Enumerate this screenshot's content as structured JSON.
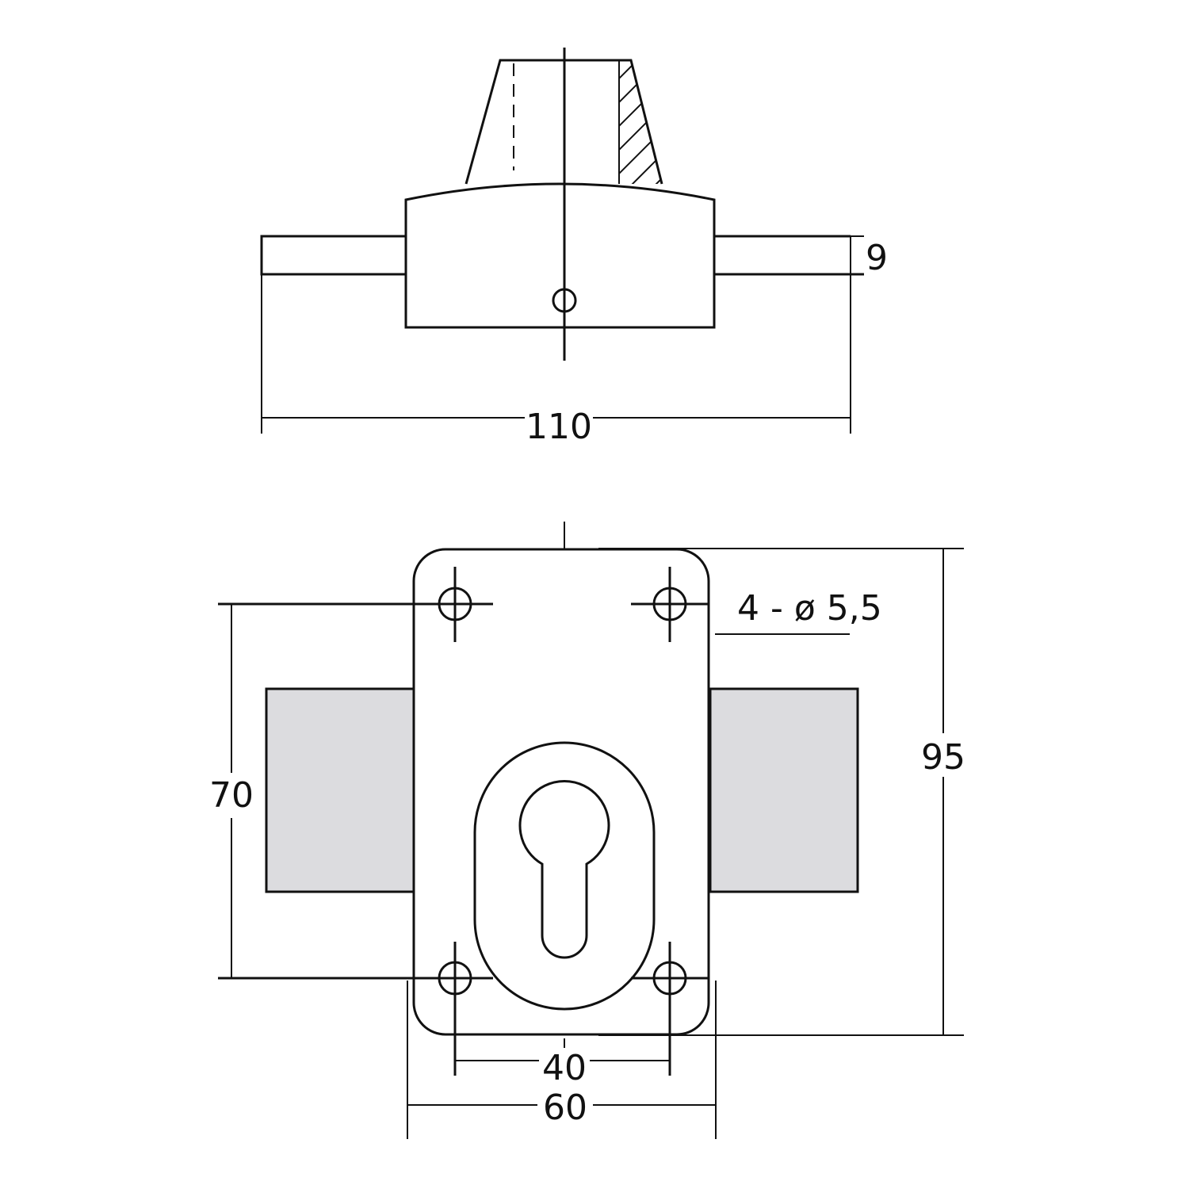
{
  "dimensions": {
    "bolt_thickness": "9",
    "overall_length": "110",
    "hole_spec": "4 - ø 5,5",
    "vertical_hole_spacing": "70",
    "overall_height": "95",
    "horizontal_hole_spacing": "40",
    "plate_width": "60"
  },
  "colors": {
    "line": "#111111",
    "bolt_fill": "#dcdcdf",
    "background": "#ffffff"
  }
}
